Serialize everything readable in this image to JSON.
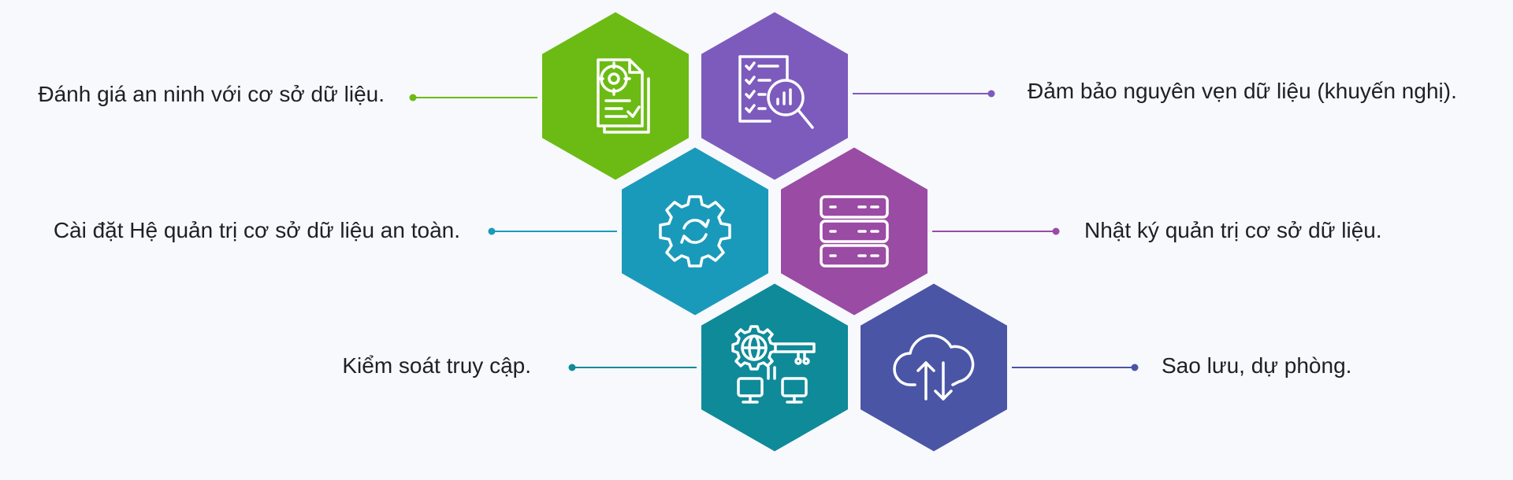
{
  "items": [
    {
      "id": "security-assessment",
      "label": "Đánh giá an ninh với cơ sở dữ liệu.",
      "color": "#6bbb14",
      "icon": "audit-document-icon"
    },
    {
      "id": "data-integrity",
      "label": "Đảm bảo nguyên vẹn dữ liệu (khuyến nghị).",
      "color": "#7c5bbd",
      "icon": "checklist-magnifier-icon"
    },
    {
      "id": "secure-install",
      "label": "Cài đặt Hệ quản trị cơ sở dữ liệu an toàn.",
      "color": "#1a9aba",
      "icon": "gear-sync-icon"
    },
    {
      "id": "admin-log",
      "label": "Nhật ký quản trị cơ sở dữ liệu.",
      "color": "#9a4ba4",
      "icon": "server-rack-icon"
    },
    {
      "id": "access-control",
      "label": "Kiểm soát truy cập.",
      "color": "#0f8a99",
      "icon": "network-key-icon"
    },
    {
      "id": "backup",
      "label": "Sao lưu, dự phòng.",
      "color": "#4b55a5",
      "icon": "cloud-sync-icon"
    }
  ]
}
